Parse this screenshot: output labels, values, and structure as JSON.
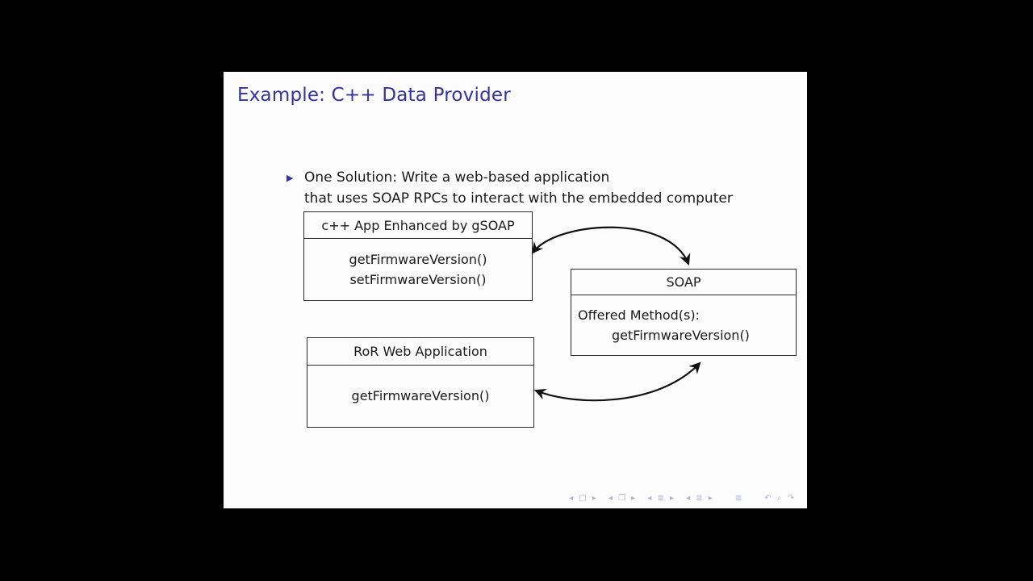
{
  "slide": {
    "title": "Example: C++ Data Provider",
    "bullet": {
      "marker": "▶",
      "line1": "One Solution: Write a web-based application",
      "line2": "that uses SOAP RPCs to interact with the embedded computer"
    },
    "diagram": {
      "cpp_box": {
        "header": "c++ App Enhanced by gSOAP",
        "methods": [
          "getFirmwareVersion()",
          "setFirmwareVersion()"
        ]
      },
      "soap_box": {
        "header": "SOAP",
        "offered_label": "Offered Method(s):",
        "methods": [
          "getFirmwareVersion()"
        ]
      },
      "ror_box": {
        "header": "RoR Web Application",
        "methods": [
          "getFirmwareVersion()"
        ]
      }
    },
    "nav_symbols": {
      "slide_group": "◂ □ ▸",
      "frame_group": "◂ ❐ ▸",
      "subsection_group": "◂ ≣ ▸",
      "section_group": "◂ ≣ ▸",
      "presentation": "≣",
      "search_group": "↶ ⌕ ↷"
    },
    "colors": {
      "page_bg": "#000000",
      "slide_bg": "#fcfcfd",
      "title": "#33339e",
      "bullet": "#3333b2",
      "text": "#1a1a1a",
      "border": "#2a2a2a",
      "arrow": "#111111",
      "nav": "#b2b4ce"
    }
  }
}
